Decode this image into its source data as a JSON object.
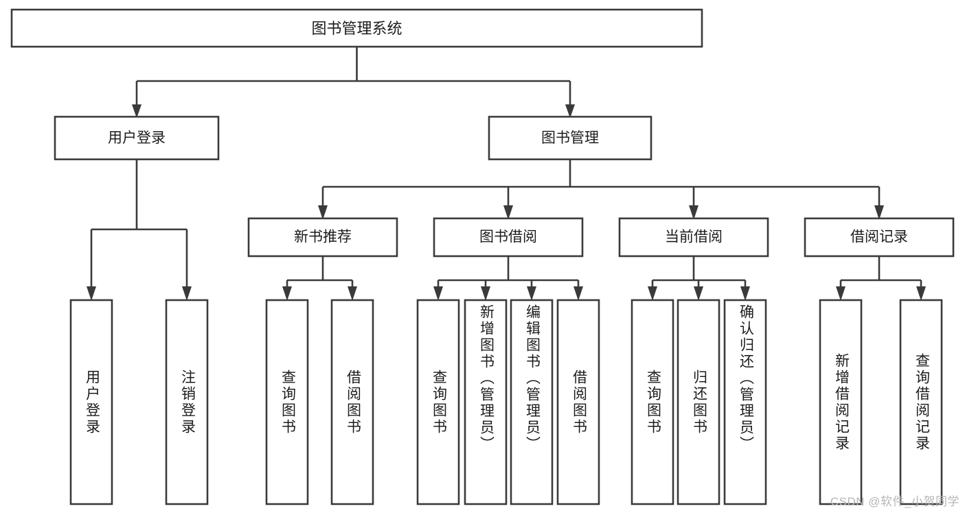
{
  "diagram": {
    "type": "tree-hierarchy",
    "title": "图书管理系统",
    "root": {
      "id": "root",
      "label": "图书管理系统"
    },
    "level1": [
      {
        "id": "user-login",
        "label": "用户登录"
      },
      {
        "id": "book-management",
        "label": "图书管理"
      }
    ],
    "level2": [
      {
        "id": "new-book-recommend",
        "label": "新书推荐",
        "parent": "book-management"
      },
      {
        "id": "book-borrow",
        "label": "图书借阅",
        "parent": "book-management"
      },
      {
        "id": "current-borrow",
        "label": "当前借阅",
        "parent": "book-management"
      },
      {
        "id": "borrow-record",
        "label": "借阅记录",
        "parent": "book-management"
      }
    ],
    "leaves": [
      {
        "id": "leaf-user-login",
        "label": "用户登录",
        "parent": "user-login"
      },
      {
        "id": "leaf-user-logout",
        "label": "注销登录",
        "parent": "user-login"
      },
      {
        "id": "leaf-query-book-1",
        "label": "查询图书",
        "parent": "new-book-recommend"
      },
      {
        "id": "leaf-borrow-book-1",
        "label": "借阅图书",
        "parent": "new-book-recommend"
      },
      {
        "id": "leaf-query-book-2",
        "label": "查询图书",
        "parent": "book-borrow"
      },
      {
        "id": "leaf-add-book",
        "label": "新增图书（管理员）",
        "parent": "book-borrow"
      },
      {
        "id": "leaf-edit-book",
        "label": "编辑图书（管理员）",
        "parent": "book-borrow"
      },
      {
        "id": "leaf-borrow-book-2",
        "label": "借阅图书",
        "parent": "book-borrow"
      },
      {
        "id": "leaf-query-book-3",
        "label": "查询图书",
        "parent": "current-borrow"
      },
      {
        "id": "leaf-return-book",
        "label": "归还图书",
        "parent": "current-borrow"
      },
      {
        "id": "leaf-confirm-return",
        "label": "确认归还（管理员）",
        "parent": "current-borrow"
      },
      {
        "id": "leaf-add-record",
        "label": "新增借阅记录",
        "parent": "borrow-record"
      },
      {
        "id": "leaf-query-record",
        "label": "查询借阅记录",
        "parent": "borrow-record"
      }
    ],
    "colors": {
      "stroke": "#3a3a3a",
      "box_fill": "#ffffff",
      "text": "#1c1c1c",
      "background": "#ffffff",
      "watermark": "#b6b6b6"
    }
  },
  "watermark": {
    "text": "CSDN @软件_小贺同学"
  }
}
